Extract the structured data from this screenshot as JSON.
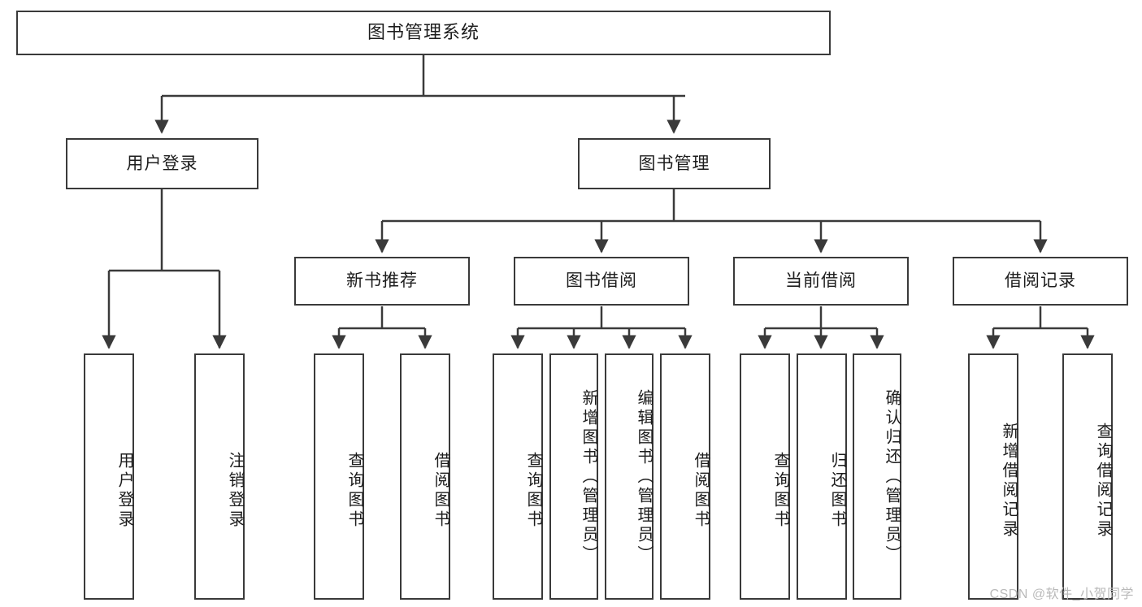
{
  "diagram": {
    "title": "图书管理系统",
    "type": "tree",
    "background_color": "#ffffff",
    "node_border_color": "#3a3a3a",
    "node_fill_color": "#ffffff",
    "edge_color": "#3a3a3a",
    "text_color": "#1d1d1d"
  },
  "nodes": {
    "root": {
      "label": "图书管理系统"
    },
    "level2": [
      {
        "id": "user-login",
        "label": "用户登录"
      },
      {
        "id": "book-management",
        "label": "图书管理"
      }
    ],
    "level3": [
      {
        "id": "new-book-recommend",
        "label": "新书推荐"
      },
      {
        "id": "book-borrow",
        "label": "图书借阅"
      },
      {
        "id": "current-borrow",
        "label": "当前借阅"
      },
      {
        "id": "borrow-record",
        "label": "借阅记录"
      }
    ],
    "leaves": {
      "user_login": [
        {
          "id": "leaf-user-login",
          "label": "用户登录"
        },
        {
          "id": "leaf-user-logout",
          "label": "注销登录"
        }
      ],
      "new_book_recommend": [
        {
          "id": "leaf-query-book-1",
          "label": "查询图书"
        },
        {
          "id": "leaf-borrow-book-1",
          "label": "借阅图书"
        }
      ],
      "book_borrow": [
        {
          "id": "leaf-query-book-2",
          "label": "查询图书"
        },
        {
          "id": "leaf-add-book",
          "label": "新增图书（管理员）"
        },
        {
          "id": "leaf-edit-book",
          "label": "编辑图书（管理员）"
        },
        {
          "id": "leaf-borrow-book-2",
          "label": "借阅图书"
        }
      ],
      "current_borrow": [
        {
          "id": "leaf-query-book-3",
          "label": "查询图书"
        },
        {
          "id": "leaf-return-book",
          "label": "归还图书"
        },
        {
          "id": "leaf-confirm-return",
          "label": "确认归还（管理员）"
        }
      ],
      "borrow_record": [
        {
          "id": "leaf-add-record",
          "label": "新增借阅记录"
        },
        {
          "id": "leaf-query-record",
          "label": "查询借阅记录"
        }
      ]
    }
  },
  "watermark": {
    "text": "CSDN @软件_小贺同学"
  }
}
